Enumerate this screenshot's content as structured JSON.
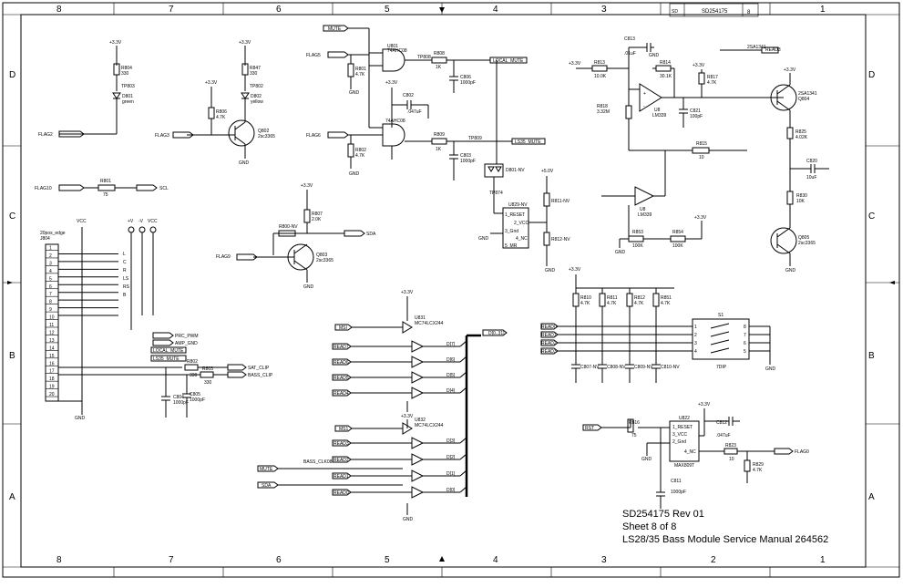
{
  "title_block": {
    "doc_number": "SD254175",
    "sheet_code": "SD",
    "rev_letter": "8",
    "line1": "SD254175 Rev 01",
    "line2": "Sheet 8 of 8",
    "line3": "LS28/35 Bass Module Service Manual 264562"
  },
  "zones": {
    "columns": [
      "8",
      "7",
      "6",
      "5",
      "4",
      "3",
      "2",
      "1"
    ],
    "rows": [
      "D",
      "C",
      "B",
      "A"
    ]
  },
  "power": {
    "p33": "+3.3V",
    "p50": "+5.0V",
    "vcc": "VCC",
    "gnd": "GND"
  },
  "leds": {
    "d801": {
      "ref": "D801",
      "value": "green",
      "res_ref": "R804",
      "res_val": "330",
      "tp": "TP803",
      "flag": "FLAG2"
    },
    "d802": {
      "ref": "D802",
      "value": "yellow",
      "res_ref": "R847",
      "res_val": "330",
      "tp": "TP802",
      "flag": "FLAG3",
      "base_res": "R806",
      "base_val": "4.7K",
      "q_ref": "Q802",
      "q_val": "2sc3365"
    }
  },
  "gates": {
    "u801a": {
      "ref": "U801",
      "part": "74AHC08",
      "in1": "MUTE",
      "in2": "FLAG5",
      "r1": "R801",
      "r1v": "4.7K",
      "r_out": "R808",
      "r_out_v": "1K",
      "cap": "C806",
      "cap_v": "1000pF",
      "net": "LOCAL_MUTE",
      "tp": "TP808"
    },
    "u801b": {
      "part": "74AHC08",
      "in": "FLAG6",
      "r": "R802",
      "rv": "4.7K",
      "r_out": "R809",
      "r_out_v": "1K",
      "cap": "C803",
      "cap_v": "1000pF",
      "cap2": "C802",
      "cap2_v": ".047uF",
      "net": "LS35_MUTE",
      "tp": "TP809"
    }
  },
  "reset_ic_top": {
    "ref": "U829-NV",
    "pins": [
      "1_RESET",
      "2_VCC",
      "3_Gnd",
      "4_NC",
      "5_MR"
    ],
    "diode": "D801-NV",
    "r1": "R811-NV",
    "r2": "R812-NV",
    "tp": "TP874"
  },
  "flag10": {
    "flag": "FLAG10",
    "res": "R801",
    "val": "75",
    "net": "SCL"
  },
  "q803": {
    "ref": "Q803",
    "val": "2sc3365",
    "r1": "R807",
    "r1v": "2.0K",
    "r2": "R800-NV",
    "net": "SDA",
    "flag": "FLAG9"
  },
  "connector": {
    "ref": "J804",
    "name": "20pos_edge",
    "pins": [
      "1",
      "2",
      "3",
      "4",
      "5",
      "6",
      "7",
      "8",
      "9",
      "10",
      "11",
      "12",
      "13",
      "14",
      "15",
      "16",
      "17",
      "18",
      "19",
      "20"
    ],
    "sig_labels": [
      "L",
      "C",
      "R",
      "LS",
      "RS",
      "B"
    ],
    "nets": [
      "PRC_PWM",
      "AMP_GND",
      "LOCAL_MUTE",
      "LS35_MUTE",
      "SAT_CLIP",
      "BASS_CLIP"
    ],
    "rails": [
      "VCC",
      "+V",
      "-V",
      "VCC"
    ],
    "r_a": "R802",
    "r_a_v": "330",
    "r_b": "R803",
    "r_b_v": "330",
    "c_a": "C804",
    "c_a_v": "1000pF",
    "c_b": "C805",
    "c_b_v": "1000pF"
  },
  "buffers": {
    "u831": {
      "ref": "U831",
      "part": "MC74LCX244",
      "en": "MSI"
    },
    "u832": {
      "ref": "U832",
      "part": "MC74LCX244",
      "en": "MS1"
    },
    "inputs_a": [
      "READ7",
      "READ6",
      "READ5",
      "READ4"
    ],
    "outputs_a": [
      "D[7]",
      "D[6]",
      "D[5]",
      "D[4]"
    ],
    "inputs_b": [
      "READ3",
      "READ2",
      "READ1",
      "READ0"
    ],
    "outputs_b": [
      "D[3]",
      "D[2]",
      "D[1]",
      "D[0]"
    ],
    "bus": "D[0..31]",
    "extra_in": [
      "MUTE",
      "SDA"
    ],
    "bass_clk": "BASS_CLK08"
  },
  "opamp_section": {
    "u8a": {
      "ref": "U8",
      "part": "LM339"
    },
    "u8b": {
      "ref": "U8",
      "part": "LM339"
    },
    "r813": "R813",
    "r813v": "10.0K",
    "r814": "R814",
    "r814v": "30.1K",
    "r817": "R817",
    "r817v": "4.7K",
    "r818": "R818",
    "r818v": "3.32M",
    "c813": "C813",
    "c813v": ".01uF",
    "c821": "C821",
    "c821v": "100pF",
    "r815": "R815",
    "r815v": "10",
    "r825": "R825",
    "r825v": "4.02K",
    "c820": "C820",
    "c820v": "10uF",
    "r830": "R830",
    "r830v": "10K",
    "r853": "R853",
    "r853v": "100K",
    "r854": "R854",
    "r854v": "100K",
    "q804": "Q804",
    "q804v": "2SA1341",
    "q805": "Q805",
    "q805v": "2sc3365",
    "tp_read3": "READ3"
  },
  "dip_switch": {
    "ref": "S1",
    "part": "7DIP",
    "inputs": [
      "READ0",
      "READ1",
      "READ2",
      "READ3"
    ],
    "res": [
      "R810",
      "R811",
      "R812",
      "R851"
    ],
    "res_v": "4.7K",
    "caps": [
      "C807-NV",
      "C808-NV",
      "C809-NV",
      "C810-NV"
    ],
    "pins_l": [
      "1",
      "2",
      "3",
      "4"
    ],
    "pins_r": [
      "8",
      "7",
      "6",
      "5"
    ]
  },
  "reset_ic_bot": {
    "ref": "U822",
    "part": "MAX809T",
    "pins": [
      "1_RESET",
      "2_Gnd",
      "3_VCC",
      "4_NC"
    ],
    "in": "RST",
    "r": "R816",
    "rv": "75",
    "r2": "R823",
    "r2v": "10",
    "r3": "R829",
    "r3v": "4.7K",
    "c1": "C812",
    "c1v": ".047uF",
    "c2": "C811",
    "c2v": "1000pF",
    "flag": "FLAG0"
  }
}
